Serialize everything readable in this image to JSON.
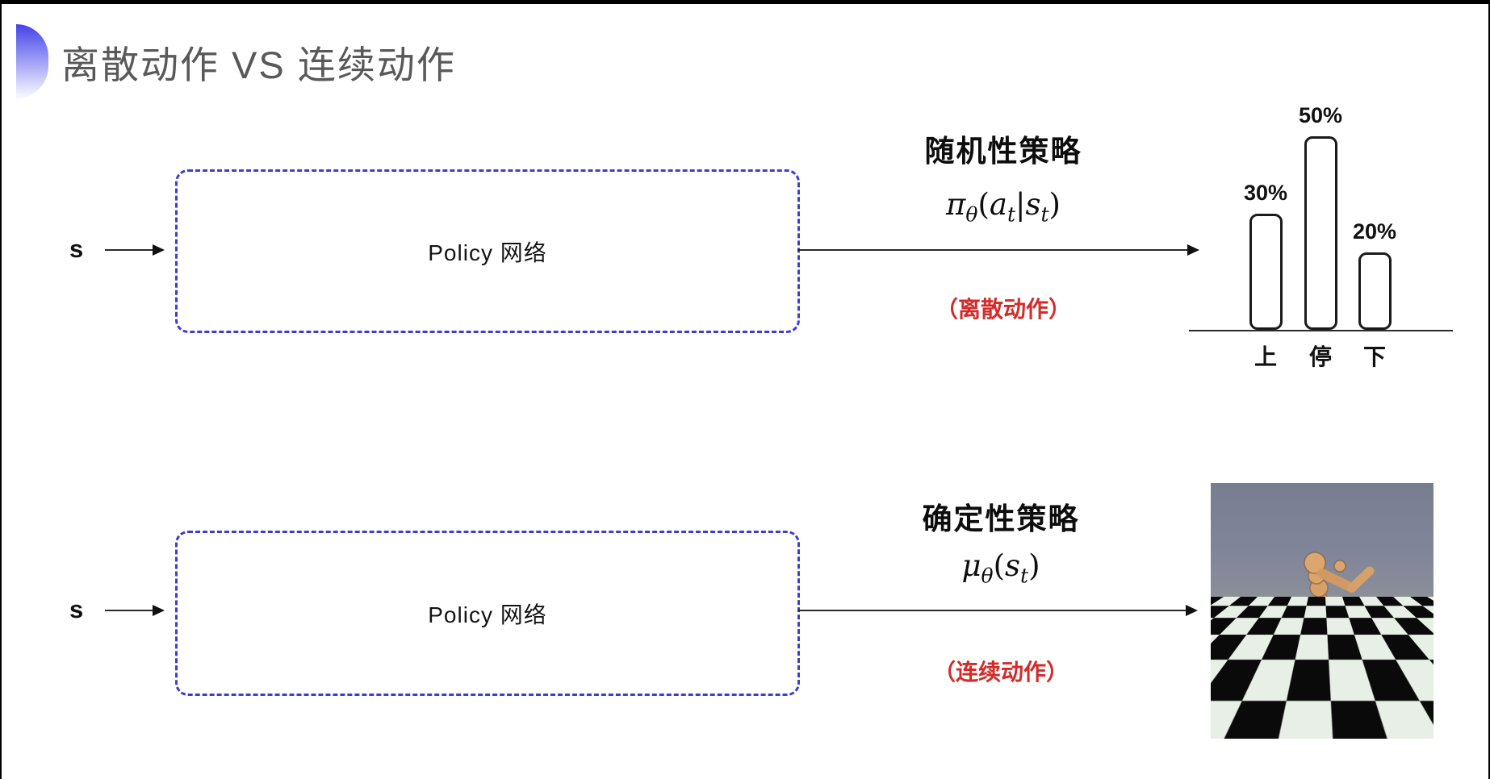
{
  "colors": {
    "accent_top": "#4343e8",
    "accent_bottom": "#f2f4ff",
    "title_text": "#595959",
    "box_border": "#3c3cd9",
    "note_red": "#d42a2a",
    "arrow": "#2b2b2b"
  },
  "header": {
    "title": "离散动作 VS 连续动作"
  },
  "top_row": {
    "input_label": "s",
    "box_label": "Policy 网络",
    "policy_name": "随机性策略",
    "formula": {
      "sym": "π",
      "sym_sub": "θ",
      "open": "(",
      "arg1": "a",
      "arg1_sub": "t",
      "bar": "|",
      "arg2": "s",
      "arg2_sub": "t",
      "close": ")"
    },
    "action_note": "（离散动作）"
  },
  "bottom_row": {
    "input_label": "s",
    "box_label": "Policy 网络",
    "policy_name": "确定性策略",
    "formula": {
      "sym": "μ",
      "sym_sub": "θ",
      "open": "(",
      "arg1": "s",
      "arg1_sub": "t",
      "close": ")"
    },
    "action_note": "（连续动作）"
  },
  "chart_data": {
    "type": "bar",
    "categories": [
      "上",
      "停",
      "下"
    ],
    "values": [
      30,
      50,
      20
    ],
    "value_labels": [
      "30%",
      "50%",
      "20%"
    ],
    "title": "",
    "xlabel": "",
    "ylabel": "",
    "ylim": [
      0,
      60
    ],
    "grid": false,
    "legend": false,
    "bar_fill": "#ffffff",
    "bar_border": "#1a1a1a"
  },
  "simulation_image": {
    "name": "mujoco-humanoid-frame"
  }
}
